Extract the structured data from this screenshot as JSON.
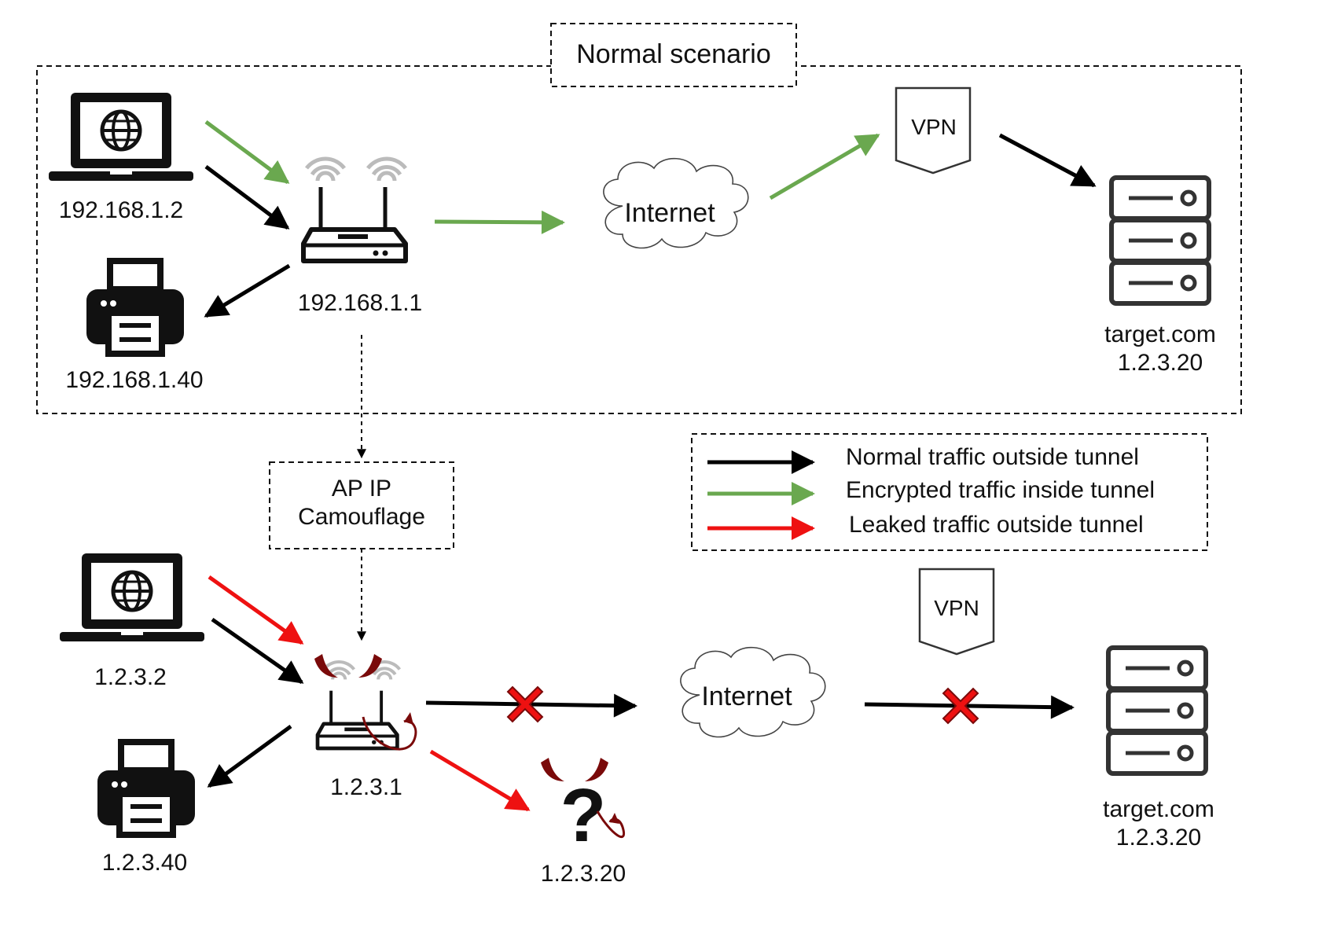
{
  "scenario_title": "Normal scenario",
  "camouflage": {
    "line1": "AP IP",
    "line2": "Camouflage"
  },
  "normal": {
    "laptop_ip": "192.168.1.2",
    "printer_ip": "192.168.1.40",
    "router_ip": "192.168.1.1",
    "internet_label": "Internet",
    "vpn_label": "VPN",
    "target_name": "target.com",
    "target_ip": "1.2.3.20"
  },
  "attack": {
    "laptop_ip": "1.2.3.2",
    "printer_ip": "1.2.3.40",
    "router_ip": "1.2.3.1",
    "rogue_ip": "1.2.3.20",
    "internet_label": "Internet",
    "vpn_label": "VPN",
    "target_name": "target.com",
    "target_ip": "1.2.3.20"
  },
  "legend": [
    {
      "label": "Normal traffic outside tunnel",
      "color": "#000000"
    },
    {
      "label": "Encrypted traffic inside tunnel",
      "color": "#6aa84f"
    },
    {
      "label": "Leaked traffic outside tunnel",
      "color": "#ee1111"
    }
  ],
  "colors": {
    "normal": "#000000",
    "encrypted": "#6aa84f",
    "leaked": "#ee1111",
    "dark_red": "#7a0a0a"
  }
}
